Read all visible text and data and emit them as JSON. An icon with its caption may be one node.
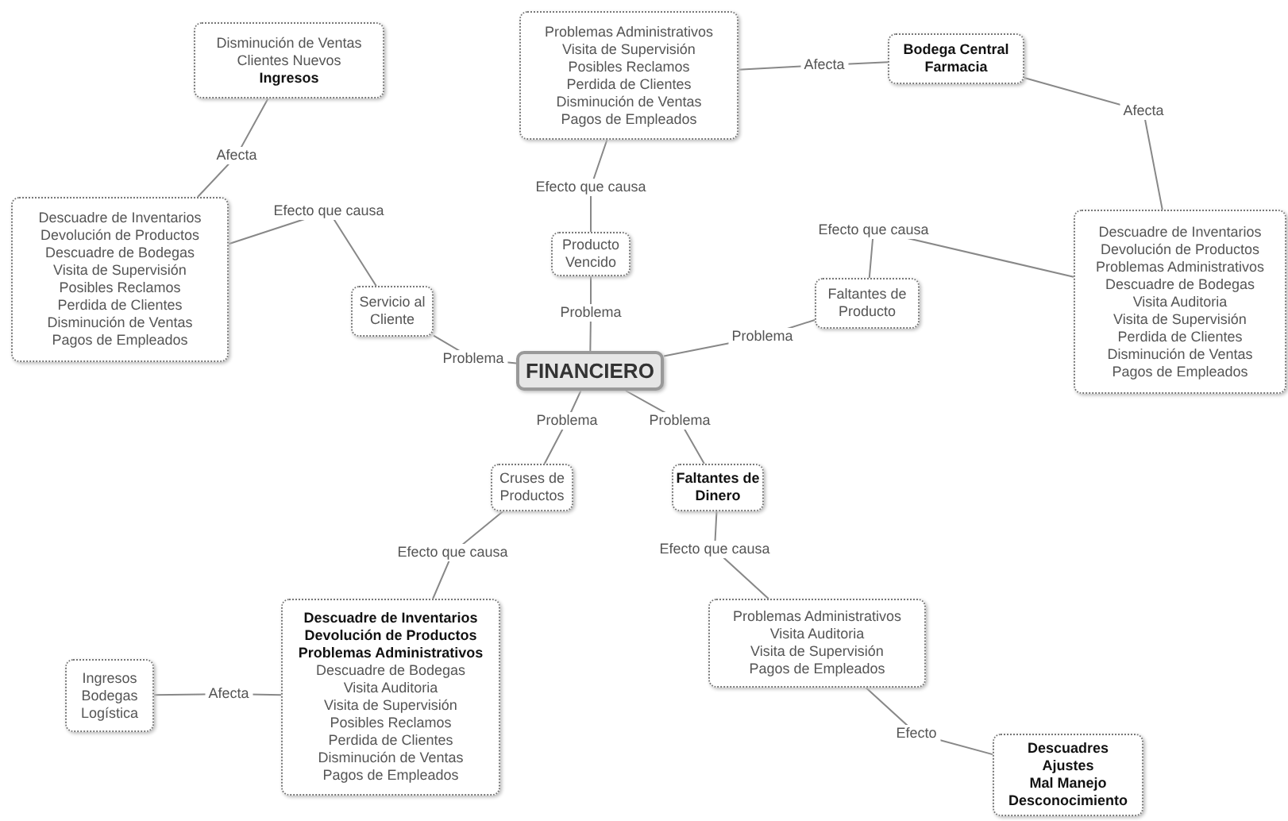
{
  "diagram": {
    "nodes": [
      {
        "text": [
          "FINANCIERO"
        ]
      },
      {
        "text": [
          "Servicio al Cliente"
        ]
      },
      {
        "text": [
          "Producto Vencido"
        ]
      },
      {
        "text": [
          "Faltantes de Producto"
        ]
      },
      {
        "text": [
          "Cruses de Productos"
        ]
      },
      {
        "text": [
          "Faltantes de Dinero"
        ]
      },
      {
        "text": [
          "Disminución de Ventas",
          "Clientes Nuevos",
          "Ingresos"
        ]
      },
      {
        "text": [
          "Descuadre de Inventarios",
          "Devolución de Productos",
          "Descuadre de Bodegas",
          "Visita de Supervisión",
          "Posibles Reclamos",
          "Perdida de Clientes",
          "Disminución de Ventas",
          "Pagos de Empleados"
        ]
      },
      {
        "text": [
          "Problemas Administrativos",
          "Visita de Supervisión",
          "Posibles Reclamos",
          "Perdida de Clientes",
          "Disminución de Ventas",
          "Pagos de Empleados"
        ]
      },
      {
        "text": [
          "Bodega Central Farmacia"
        ]
      },
      {
        "text": [
          "Descuadre de Inventarios",
          "Devolución de Productos",
          "Problemas Administrativos",
          "Descuadre de Bodegas",
          "Visita Auditoria",
          "Visita de Supervisión",
          "Perdida de Clientes",
          "Disminución de Ventas",
          "Pagos de Empleados"
        ]
      },
      {
        "text": [
          "Descuadre de Inventarios",
          "Devolución de Productos",
          "Problemas Administrativos",
          "Descuadre de Bodegas",
          "Visita Auditoria",
          "Visita de Supervisión",
          "Posibles Reclamos",
          "Perdida de Clientes",
          "Disminución de Ventas",
          "Pagos de Empleados"
        ]
      },
      {
        "text": [
          "Ingresos",
          "Bodegas",
          "Logística"
        ]
      },
      {
        "text": [
          "Problemas Administrativos",
          "Visita Auditoria",
          "Visita de Supervisión",
          "Pagos de Empleados"
        ]
      },
      {
        "text": [
          "Descuadres",
          "Ajustes",
          "Mal Manejo",
          "Desconocimiento"
        ]
      }
    ],
    "edges": [
      {
        "from": 0,
        "to": 1,
        "arrow": "none",
        "label": "Problema"
      },
      {
        "from": 0,
        "to": 2,
        "arrow": "none",
        "label": "Problema"
      },
      {
        "from": 0,
        "to": 3,
        "arrow": "none",
        "label": "Problema"
      },
      {
        "from": 0,
        "to": 4,
        "arrow": "none",
        "label": "Problema"
      },
      {
        "from": 0,
        "to": 5,
        "arrow": "none",
        "label": "Problema"
      },
      {
        "from": 1,
        "to": 7,
        "arrow": "none",
        "label": "Efecto que causa"
      },
      {
        "from": 7,
        "to": 6,
        "arrow": "none",
        "label": "Afecta"
      },
      {
        "from": 2,
        "to": 8,
        "arrow": "none",
        "label": "Efecto que causa"
      },
      {
        "from": 8,
        "to": 9,
        "arrow": "none",
        "label": "Afecta"
      },
      {
        "from": 9,
        "to": 10,
        "arrow": "none",
        "label": "Afecta"
      },
      {
        "from": 3,
        "to": 10,
        "arrow": "none",
        "label": "Efecto que causa"
      },
      {
        "from": 4,
        "to": 11,
        "arrow": "none",
        "label": "Efecto que causa"
      },
      {
        "from": 11,
        "to": 12,
        "arrow": "none",
        "label": "Afecta"
      },
      {
        "from": 5,
        "to": 13,
        "arrow": "none",
        "label": "Efecto que causa"
      },
      {
        "from": 13,
        "to": 14,
        "arrow": "none",
        "label": "Efecto"
      }
    ]
  }
}
